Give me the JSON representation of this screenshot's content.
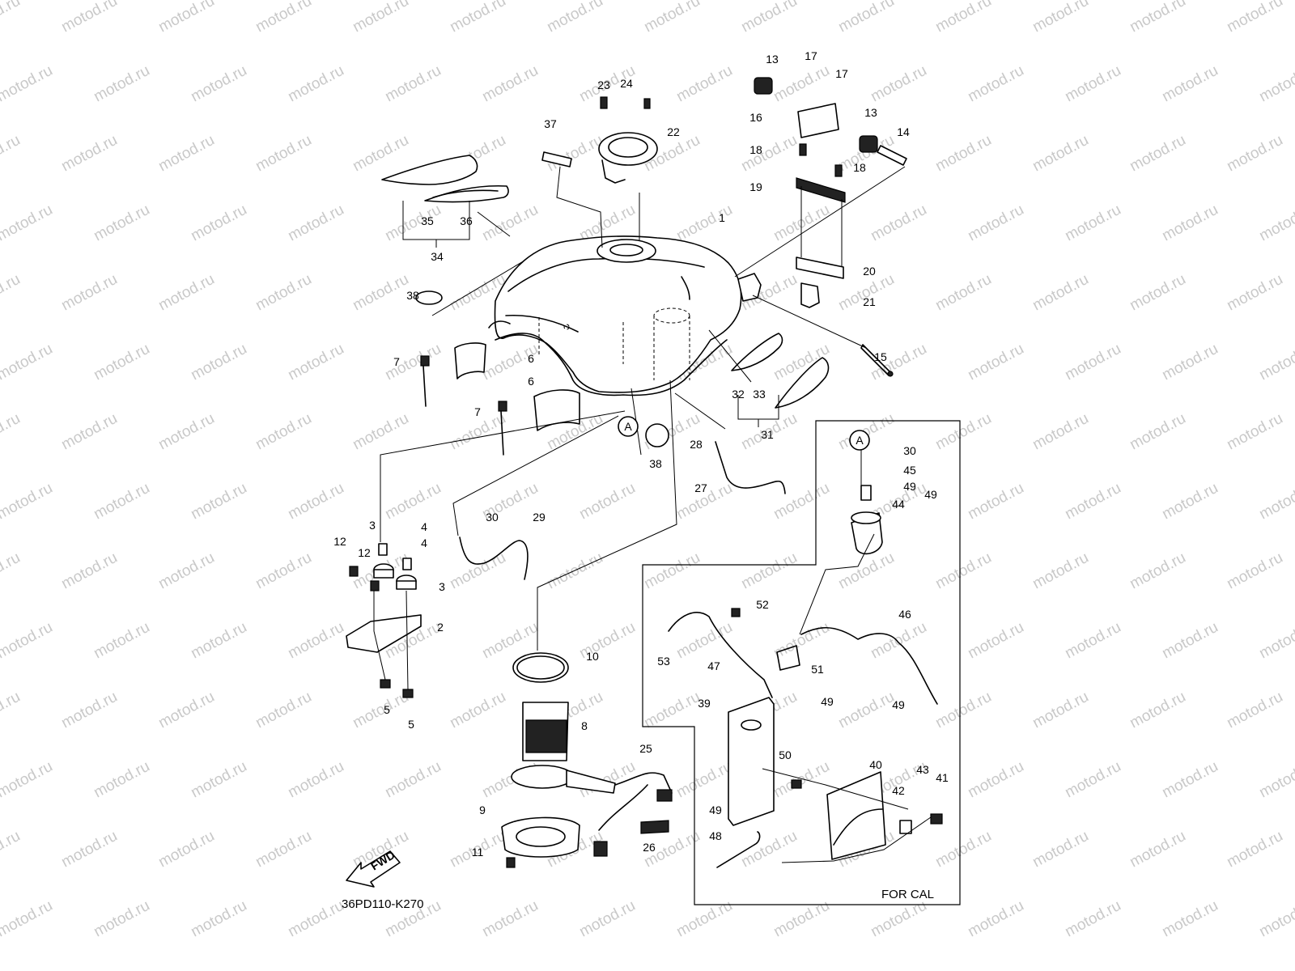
{
  "diagram_code": "36PD110-K270",
  "cal_box_label": "FOR CAL",
  "fwd_arrow_text": "FWD",
  "watermark_text": "motod.ru",
  "ref_marker": "A",
  "callouts": [
    "1",
    "2",
    "3",
    "3",
    "4",
    "4",
    "5",
    "5",
    "6",
    "6",
    "7",
    "7",
    "8",
    "9",
    "10",
    "11",
    "12",
    "12",
    "13",
    "13",
    "14",
    "15",
    "16",
    "17",
    "17",
    "18",
    "18",
    "19",
    "20",
    "21",
    "22",
    "23",
    "24",
    "25",
    "26",
    "27",
    "28",
    "29",
    "30",
    "30",
    "31",
    "32",
    "33",
    "34",
    "35",
    "36",
    "37",
    "38",
    "38",
    "39",
    "40",
    "41",
    "42",
    "43",
    "44",
    "45",
    "46",
    "47",
    "48",
    "49",
    "49",
    "49",
    "49",
    "49",
    "50",
    "51",
    "52",
    "53"
  ]
}
